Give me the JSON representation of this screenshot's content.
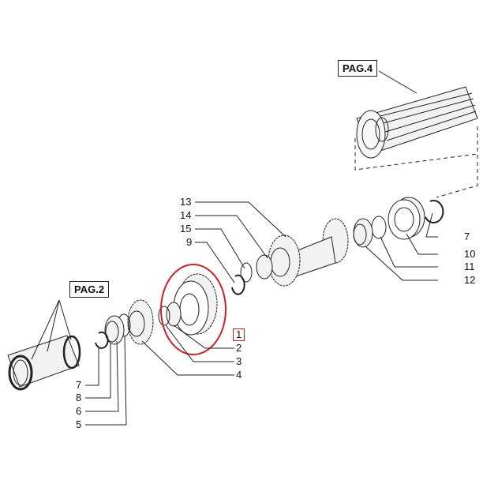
{
  "references": {
    "top": "PAG.4",
    "left": "PAG.2"
  },
  "callouts": {
    "c13": "13",
    "c14": "14",
    "c15": "15",
    "c9": "9",
    "c7r": "7",
    "c10": "10",
    "c11": "11",
    "c12": "12",
    "c1": "1",
    "c2": "2",
    "c3": "3",
    "c4": "4",
    "c7l": "7",
    "c8": "8",
    "c6": "6",
    "c5": "5"
  },
  "colors": {
    "line": "#222222",
    "highlight": "#d21f1f",
    "part_fill": "#f2f2f2"
  }
}
